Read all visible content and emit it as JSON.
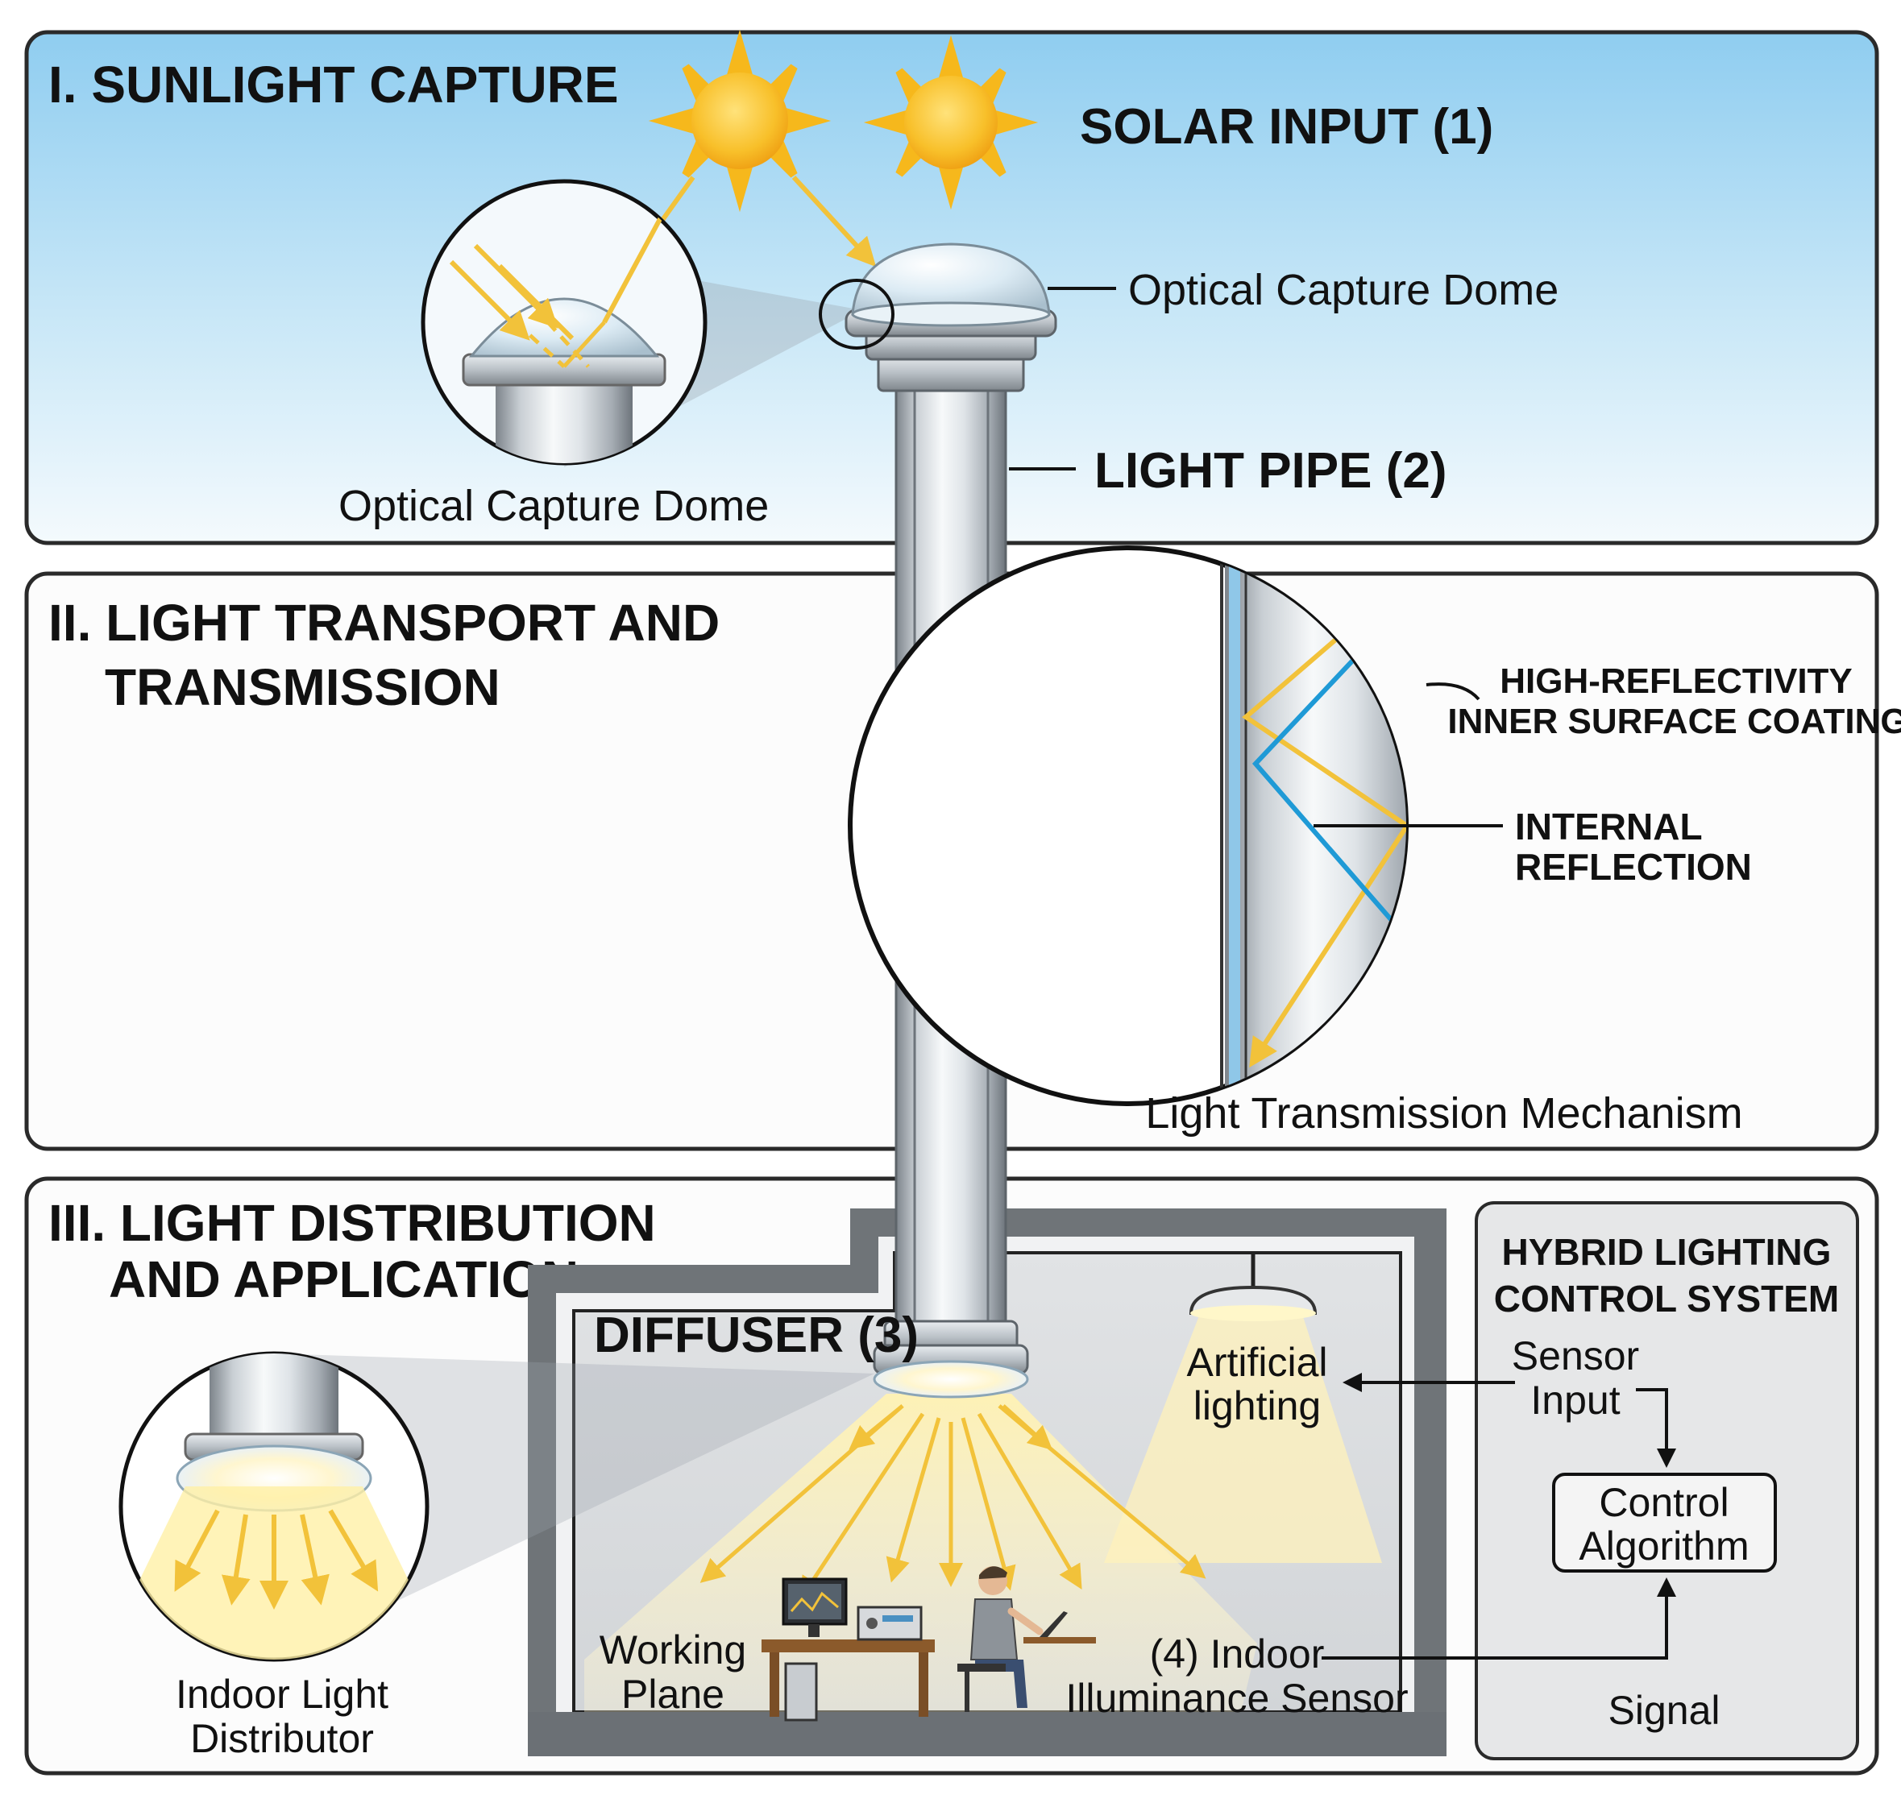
{
  "sections": {
    "capture": {
      "title": "I. SUNLIGHT CAPTURE"
    },
    "transport": {
      "title_line1": "II. LIGHT TRANSPORT AND",
      "title_line2": "TRANSMISSION"
    },
    "distribution": {
      "title_line1": "III. LIGHT DISTRIBUTION",
      "title_line2": "AND APPLICATION"
    }
  },
  "labels": {
    "solar_input": "SOLAR INPUT (1)",
    "optical_dome_main": "Optical Capture Dome",
    "optical_dome_inset": "Optical Capture Dome",
    "light_pipe": "LIGHT PIPE (2)",
    "coating_line1": "HIGH-REFLECTIVITY",
    "coating_line2": "INNER SURFACE COATING",
    "internal_line1": "INTERNAL",
    "internal_line2": "REFLECTION",
    "transmission_mechanism": "Light Transmission Mechanism",
    "diffuser": "DIFFUSER (3)",
    "artificial_line1": "Artificial",
    "artificial_line2": "lighting",
    "working_line1": "Working",
    "working_line2": "Plane",
    "sensor_line1": "(4) Indoor",
    "sensor_line2": "Illuminance Sensor",
    "distributor_line1": "Indoor Light",
    "distributor_line2": "Distributor"
  },
  "control_system": {
    "title_line1": "HYBRID LIGHTING",
    "title_line2": "CONTROL SYSTEM",
    "sensor_input_line1": "Sensor",
    "sensor_input_line2": "Input",
    "algorithm_line1": "Control",
    "algorithm_line2": "Algorithm",
    "signal": "Signal"
  },
  "colors": {
    "sky_top": "#8fcdf0",
    "sky_bottom": "#f4fafd",
    "sun": "#f6b81c",
    "ray_yellow": "#f2c23a",
    "ray_blue": "#1f9ad6",
    "panel_border": "#2a2a2a"
  }
}
